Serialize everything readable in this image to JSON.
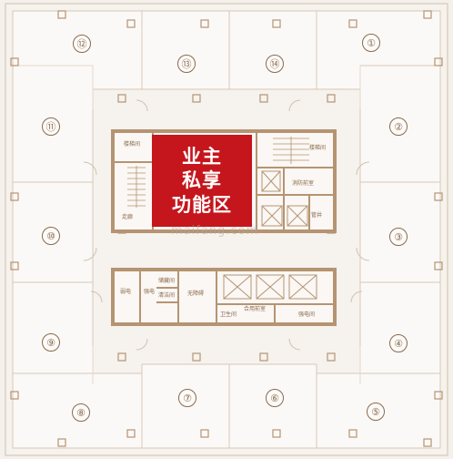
{
  "plan": {
    "units": [
      "①",
      "②",
      "③",
      "④",
      "⑤",
      "⑥",
      "⑦",
      "⑧",
      "⑨",
      "⑩",
      "⑪",
      "⑫",
      "⑬",
      "⑭"
    ],
    "owner_zone": {
      "line1": "业主",
      "line2": "私享",
      "line3": "功能区",
      "color": "#c4161c"
    },
    "watermark": "maifang.com",
    "core_labels": {
      "elevator_lobby_upper": "消防前室",
      "stair_a": "楼梯间",
      "stair_b": "楼梯间",
      "corridor": "走廊",
      "shaft_note": "管井",
      "lower_left_a": "弱电",
      "lower_left_b": "强电",
      "lower_left_c": "储藏间",
      "lower_left_d": "清洁间",
      "lower_mid": "无障碍",
      "lower_lift": "合用前室",
      "lower_bottom_a": "卫生间",
      "lower_bottom_b": "强电间"
    },
    "colors": {
      "wall": "#b59472",
      "line": "#d8c8b6",
      "room_fill": "#fbf9f7",
      "text": "#8a6a4a"
    }
  }
}
